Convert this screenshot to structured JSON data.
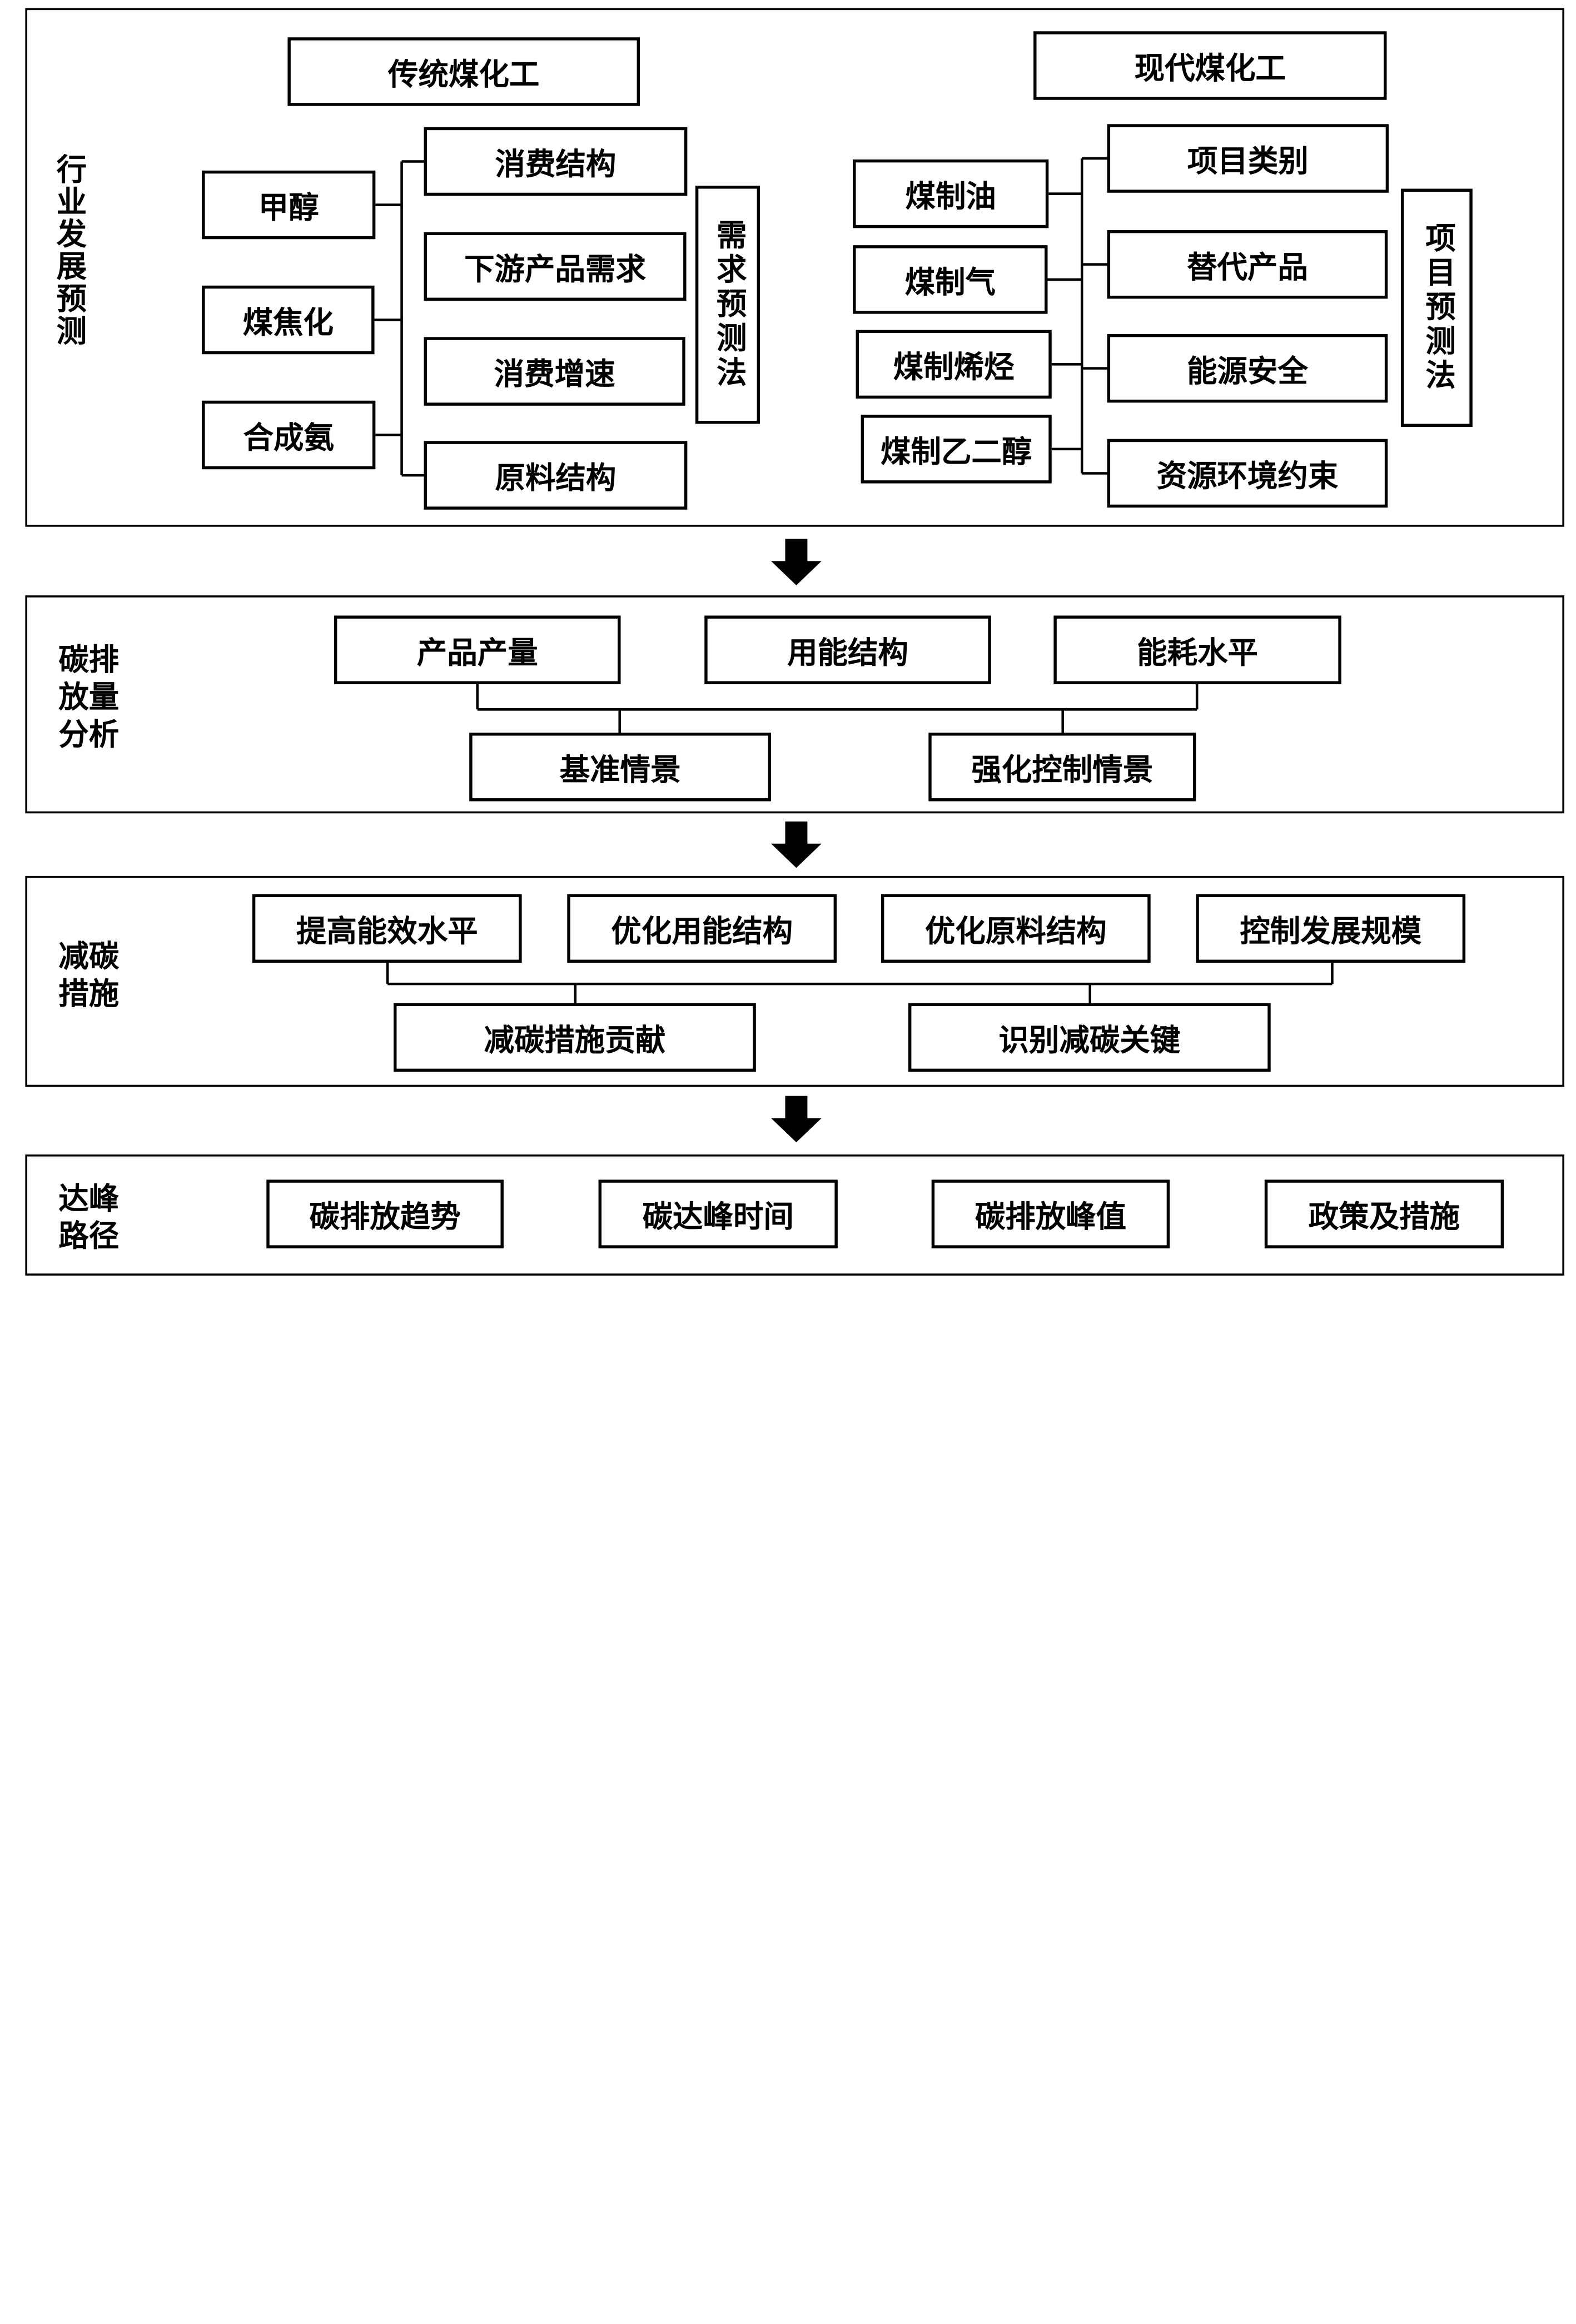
{
  "sections": {
    "forecast": {
      "label": "行业发展预测",
      "traditional": {
        "title": "传统煤化工",
        "inputs": [
          "甲醇",
          "煤焦化",
          "合成氨"
        ],
        "factors": [
          "消费结构",
          "下游产品需求",
          "消费增速",
          "原料结构"
        ],
        "method": "需求预测法"
      },
      "modern": {
        "title": "现代煤化工",
        "inputs": [
          "煤制油",
          "煤制气",
          "煤制烯烃",
          "煤制乙二醇"
        ],
        "factors": [
          "项目类别",
          "替代产品",
          "能源安全",
          "资源环境约束"
        ],
        "method": "项目预测法"
      }
    },
    "emissions": {
      "label_lines": [
        "碳排",
        "放量",
        "分析"
      ],
      "drivers": [
        "产品产量",
        "用能结构",
        "能耗水平"
      ],
      "scenarios": [
        "基准情景",
        "强化控制情景"
      ]
    },
    "reduction": {
      "label_lines": [
        "减碳",
        "措施"
      ],
      "measures": [
        "提高能效水平",
        "优化用能结构",
        "优化原料结构",
        "控制发展规模"
      ],
      "outputs": [
        "减碳措施贡献",
        "识别减碳关键"
      ]
    },
    "peak": {
      "label_lines": [
        "达峰",
        "路径"
      ],
      "items": [
        "碳排放趋势",
        "碳达峰时间",
        "碳排放峰值",
        "政策及措施"
      ]
    }
  }
}
